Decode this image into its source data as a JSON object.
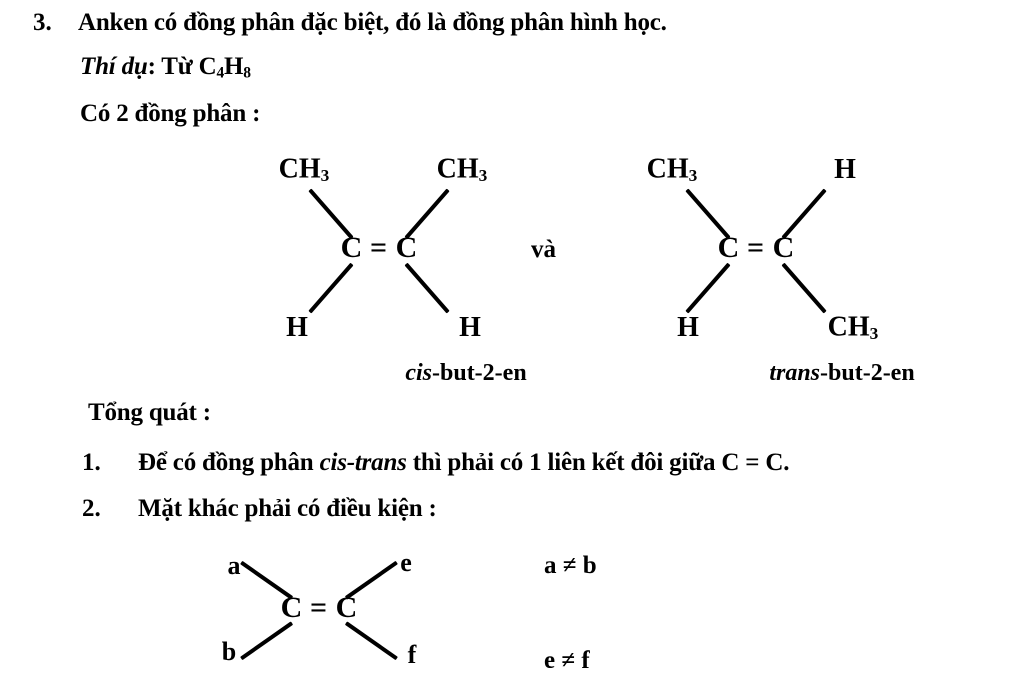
{
  "document": {
    "language": "vi",
    "background_color": "#ffffff",
    "text_color": "#000000"
  },
  "sections": {
    "item3": {
      "number": "3.",
      "text": "Anken có đồng phân đặc biệt, đó là đồng phân hình học."
    },
    "example": {
      "label": "Thí dụ",
      "rest": ": Từ C",
      "sub1": "4",
      "mid": "H",
      "sub2": "8"
    },
    "count_line": "Có 2 đồng phân :",
    "general_heading": "Tổng quát :",
    "rule1": {
      "number": "1.",
      "prefix": "Để có đồng phân ",
      "italic": "cis-trans",
      "suffix": " thì phải có 1 liên kết đôi giữa C = C."
    },
    "rule2": {
      "number": "2.",
      "text": "Mặt khác phải có điều kiện :"
    }
  },
  "conjunction": "và",
  "structures": {
    "cis": {
      "caption_italic": "cis",
      "caption_rest": "-but-2-en",
      "center_left": "C",
      "bond_symbol": "=",
      "center_right": "C",
      "substituents": {
        "top_left": "CH",
        "top_left_sub": "3",
        "top_right": "CH",
        "top_right_sub": "3",
        "bottom_left": "H",
        "bottom_right": "H"
      }
    },
    "trans": {
      "caption_italic": "trans",
      "caption_rest": "-but-2-en",
      "center_left": "C",
      "bond_symbol": "=",
      "center_right": "C",
      "substituents": {
        "top_left": "CH",
        "top_left_sub": "3",
        "top_right": "H",
        "bottom_left": "H",
        "bottom_right": "CH",
        "bottom_right_sub": "3"
      }
    },
    "general": {
      "center_left": "C",
      "bond_symbol": "=",
      "center_right": "C",
      "substituents": {
        "top_left": "a",
        "top_right": "e",
        "bottom_left": "b",
        "bottom_right": "f"
      }
    }
  },
  "conditions": {
    "first": "a ≠ b",
    "second": "e ≠ f"
  }
}
